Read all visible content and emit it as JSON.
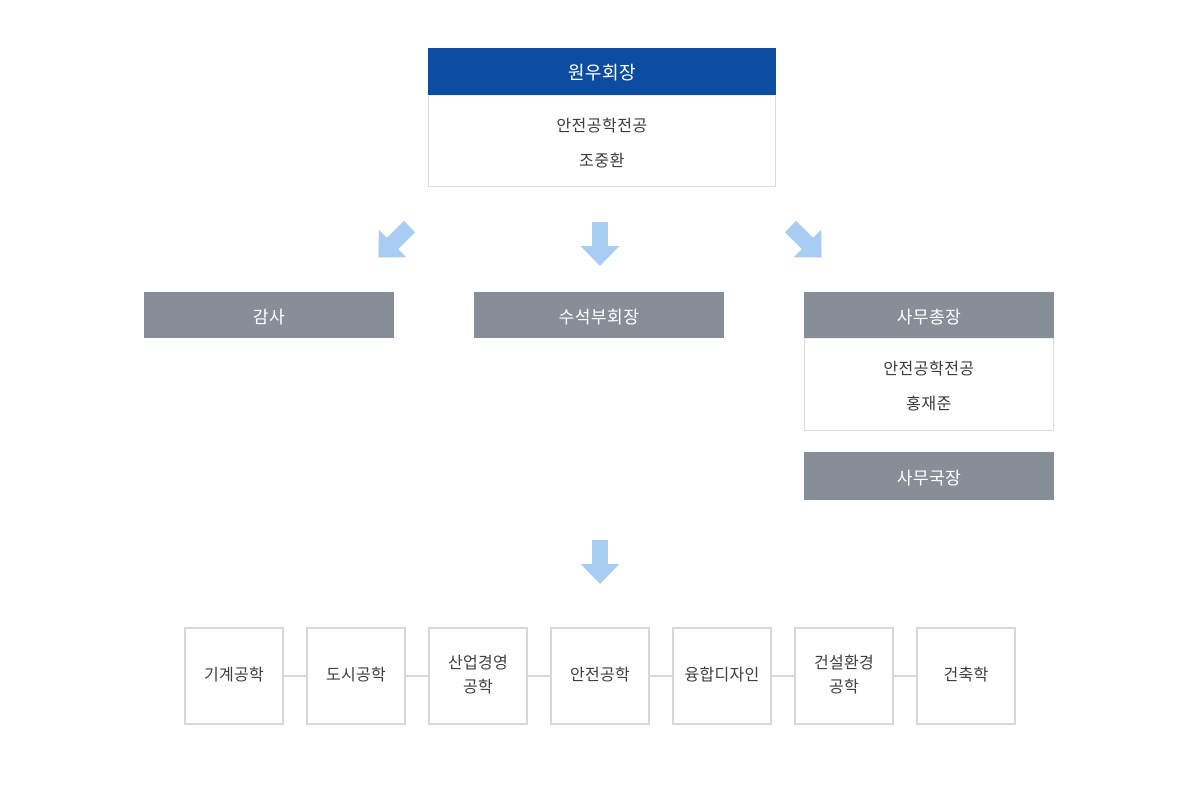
{
  "org_chart": {
    "root": {
      "title": "원우회장",
      "subtitle_lines": [
        "안전공학전공",
        "조중환"
      ]
    },
    "branches": [
      {
        "title": "감사"
      },
      {
        "title": "수석부회장"
      },
      {
        "title": "사무총장",
        "subtitle_lines": [
          "안전공학전공",
          "홍재준"
        ],
        "sub_box": "사무국장"
      }
    ],
    "departments": [
      {
        "label": "기계공학"
      },
      {
        "label": "도시공학"
      },
      {
        "label": "산업경영\n공학"
      },
      {
        "label": "안전공학"
      },
      {
        "label": "융합디자인"
      },
      {
        "label": "건설환경\n공학"
      },
      {
        "label": "건축학"
      }
    ],
    "icons": {
      "flow_arrows": [
        "arrow-down-left-icon",
        "arrow-down-icon",
        "arrow-down-right-icon",
        "arrow-down-icon"
      ]
    }
  },
  "colors": {
    "primary_blue": "#0c4da2",
    "branch_gray": "#868e98",
    "arrow_light_blue": "#a9ccf2",
    "border_light_gray": "#d7d7d7",
    "text_dark": "#3c3c3c",
    "text_on_color": "#ffffff",
    "background": "#ffffff"
  }
}
